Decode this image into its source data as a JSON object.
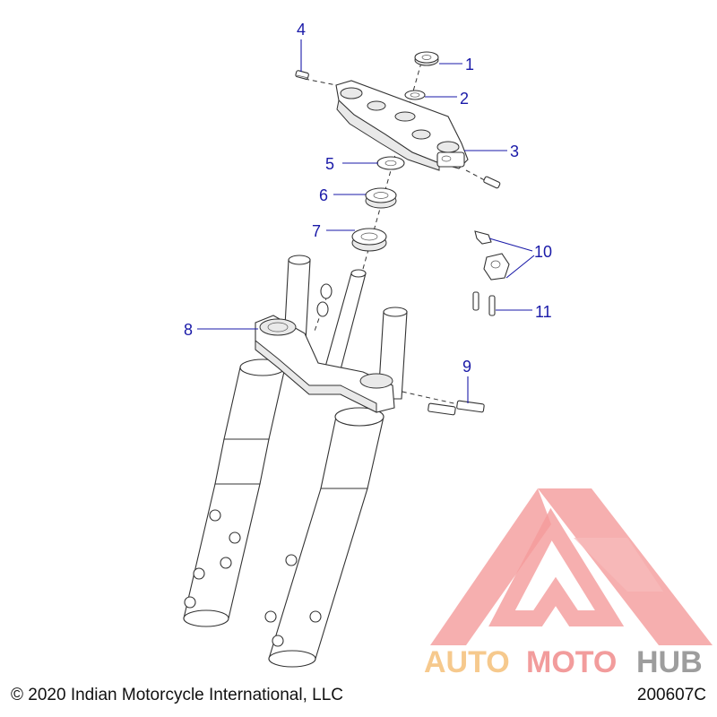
{
  "callouts": [
    {
      "id": "c1",
      "label": "1"
    },
    {
      "id": "c2",
      "label": "2"
    },
    {
      "id": "c3",
      "label": "3"
    },
    {
      "id": "c4",
      "label": "4"
    },
    {
      "id": "c5",
      "label": "5"
    },
    {
      "id": "c6",
      "label": "6"
    },
    {
      "id": "c7",
      "label": "7"
    },
    {
      "id": "c8",
      "label": "8"
    },
    {
      "id": "c9",
      "label": "9"
    },
    {
      "id": "c10",
      "label": "10"
    },
    {
      "id": "c11",
      "label": "11"
    }
  ],
  "watermark": {
    "part1": "AUTO",
    "part2": "MOTO",
    "part3": "HUB",
    "color_auto": "#f5c07a",
    "color_moto": "#f08b8b",
    "color_hub": "#8c8c8c",
    "color_logo": "#f07a7a"
  },
  "footer": {
    "copyright": "© 2020 Indian Motorcycle International, LLC",
    "diagram_code": "200607C"
  },
  "colors": {
    "callout": "#1a1aa8",
    "line": "#333333"
  }
}
